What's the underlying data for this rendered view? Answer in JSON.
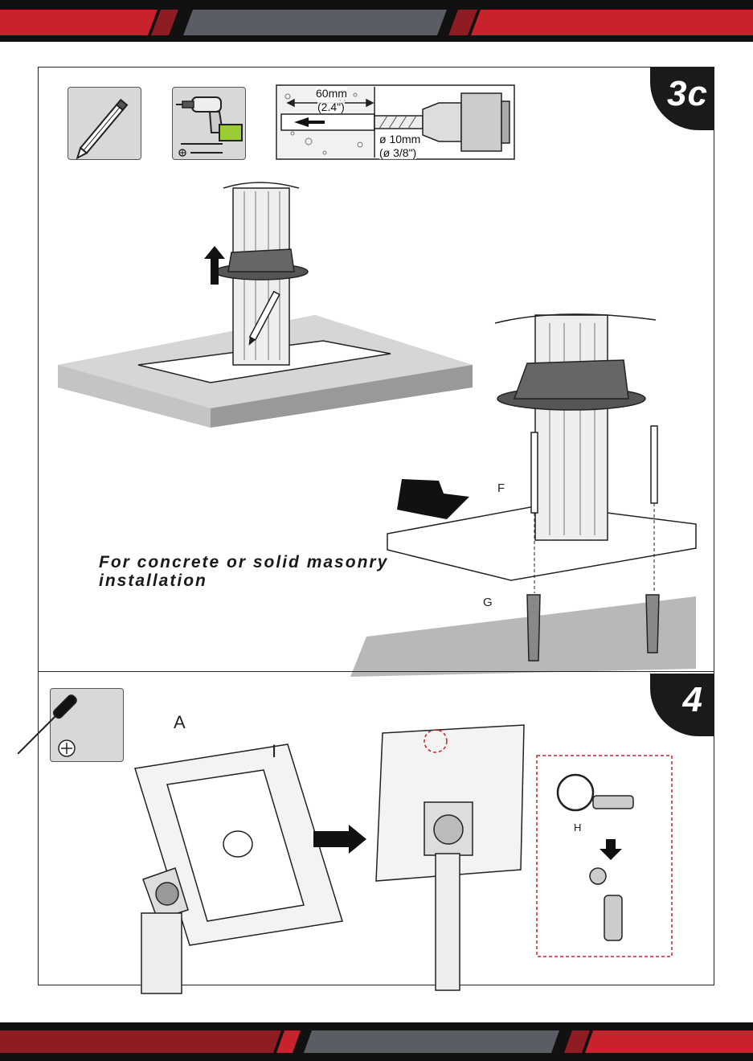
{
  "colors": {
    "brand_red": "#c8232c",
    "dark_red": "#8e1c22",
    "band_gray": "#5a5d63",
    "band_dark": "#111111"
  },
  "step_3c": {
    "number": "3c",
    "caption_line1": "For concrete or solid masonry",
    "caption_line2": "installation",
    "drill_depth_mm": "60mm",
    "drill_depth_in": "(2.4\")",
    "drill_diameter_mm": "ø 10mm",
    "drill_diameter_in": "(ø 3/8\")",
    "part_f": "F",
    "part_g": "G",
    "tools": [
      "pencil-icon",
      "power-drill-icon"
    ]
  },
  "step_4": {
    "number": "4",
    "part_a": "A",
    "part_i": "I",
    "part_h": "H",
    "tools": [
      "phillips-screwdriver-icon"
    ]
  }
}
